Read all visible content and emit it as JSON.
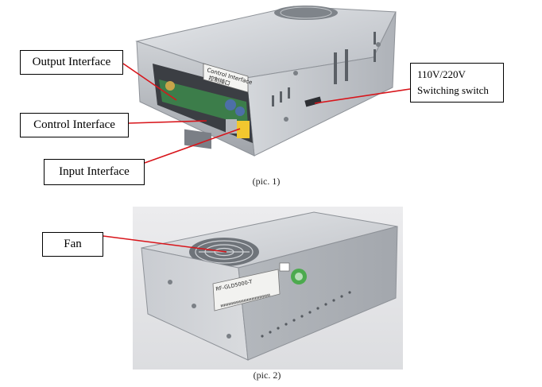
{
  "figure1": {
    "labels": {
      "output_interface": "Output Interface",
      "control_interface": "Control Interface",
      "input_interface": "Input Interface",
      "switch_line1": "110V/220V",
      "switch_line2": "Switching switch"
    },
    "device_text": {
      "panel_label_en": "Control Interface",
      "panel_label_cn": "控制接口"
    },
    "caption": "(pic. 1)"
  },
  "figure2": {
    "labels": {
      "fan": "Fan"
    },
    "device_text": {
      "model": "RF-GLD5000-T"
    },
    "caption": "(pic. 2)"
  },
  "colors": {
    "leader_line": "#d8151b",
    "metal": "#c9ccd1",
    "box_border": "#000000"
  }
}
